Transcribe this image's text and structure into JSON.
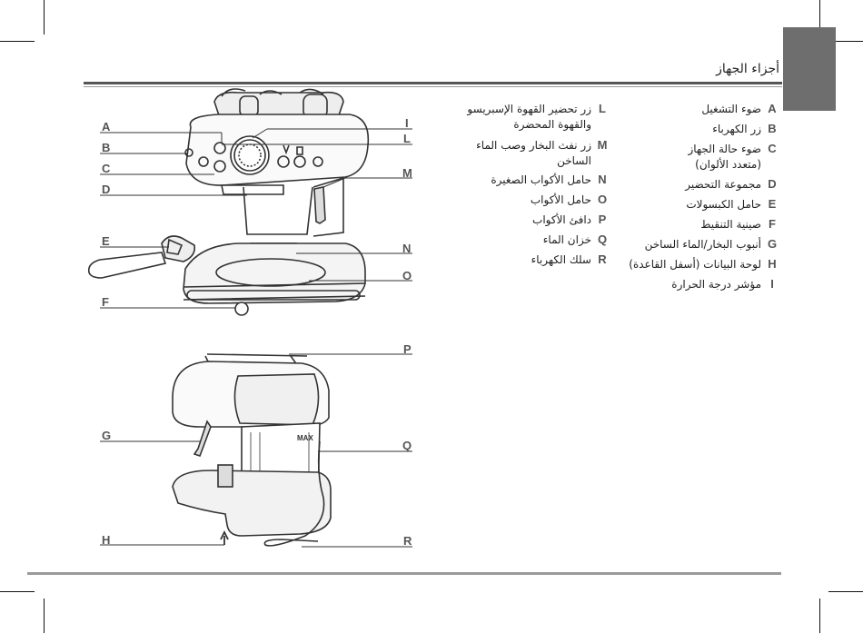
{
  "page": {
    "title": "أجزاء الجهاز"
  },
  "parts_left": [
    {
      "key": "A",
      "desc": "ضوء التشغيل"
    },
    {
      "key": "B",
      "desc": "زر الكهرباء"
    },
    {
      "key": "C",
      "desc": "ضوء حالة الجهاز (متعدد الألوان)"
    },
    {
      "key": "D",
      "desc": "مجموعة التحضير"
    },
    {
      "key": "E",
      "desc": "حامل الكبسولات"
    },
    {
      "key": "F",
      "desc": "صينية التنقيط"
    },
    {
      "key": "G",
      "desc": "أنبوب البخار/الماء الساخن"
    },
    {
      "key": "H",
      "desc": "لوحة البيانات (أسفل القاعدة)"
    },
    {
      "key": "I",
      "desc": "مؤشر درجة الحرارة"
    }
  ],
  "parts_right": [
    {
      "key": "L",
      "desc": "زر تحضير القهوة الإسبريسو والقهوة المحضرة"
    },
    {
      "key": "M",
      "desc": "زر نفث البخار وصب الماء الساخن"
    },
    {
      "key": "N",
      "desc": "حامل الأكواب الصغيرة"
    },
    {
      "key": "O",
      "desc": "حامل الأكواب"
    },
    {
      "key": "P",
      "desc": "دافئ الأكواب"
    },
    {
      "key": "Q",
      "desc": "خزان الماء"
    },
    {
      "key": "R",
      "desc": "سلك الكهرباء"
    }
  ],
  "diagram_labels": {
    "A": "A",
    "B": "B",
    "C": "C",
    "D": "D",
    "E": "E",
    "F": "F",
    "G": "G",
    "H": "H",
    "I": "I",
    "L": "L",
    "M": "M",
    "N": "N",
    "O": "O",
    "P": "P",
    "Q": "Q",
    "R": "R"
  },
  "tank_logo": "MAX"
}
